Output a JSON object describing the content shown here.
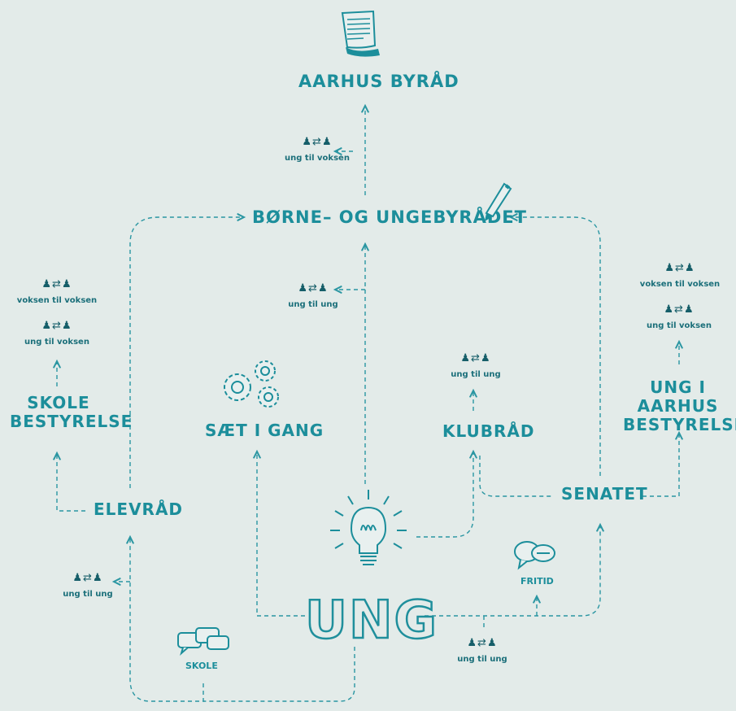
{
  "nodes": {
    "aarhus_byraad": "AARHUS BYRÅD",
    "boerne_ungebyraadet": "BØRNE– OG UNGEBYRÅDET",
    "skole_bestyrelse": "SKOLE BESTYRELSE",
    "saet_i_gang": "SÆT I GANG",
    "klubraad": "KLUBRÅD",
    "ung_i_aarhus_bestyrelse": "UNG I AARHUS BESTYRELSE",
    "elevraad": "ELEVRÅD",
    "senatet": "SENATET",
    "ung": "UNG",
    "skole": "SKOLE",
    "fritid": "FRITID"
  },
  "relations": {
    "byraad": "ung til voksen",
    "boerne": "ung til ung",
    "skole_top": "voksen til voksen",
    "skole_bottom": "ung til voksen",
    "klub": "ung til ung",
    "ung_aarhus_top": "voksen til voksen",
    "ung_aarhus_bottom": "ung til voksen",
    "elevraad": "ung til ung",
    "fritid": "ung til ung"
  },
  "colors": {
    "teal": "#1c8e9b",
    "background": "#e3ebe9"
  },
  "icons": [
    "document-icon",
    "pen-icon",
    "gears-icon",
    "lightbulb-icon",
    "speech-bubbles-icon",
    "chat-bubble-icon",
    "person-pair-icon"
  ]
}
